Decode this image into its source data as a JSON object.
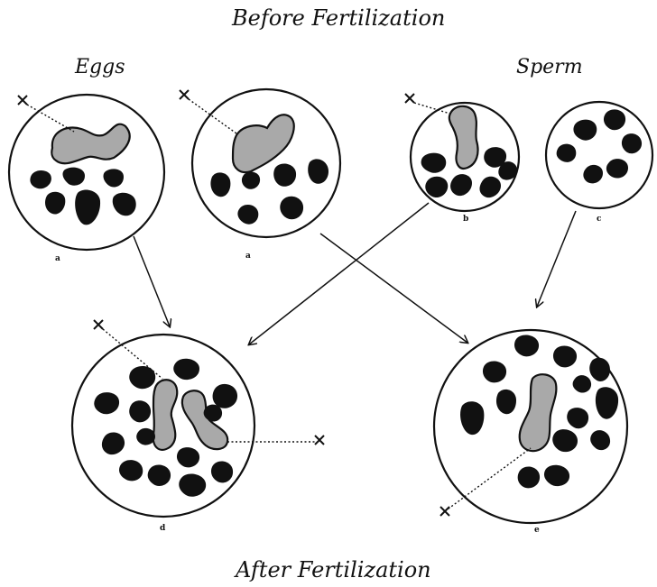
{
  "titles": {
    "top": "Before Fertilization",
    "bottom": "After Fertilization"
  },
  "groups": {
    "eggs": "Eggs",
    "sperm": "Sperm"
  },
  "cells": {
    "egg1": {
      "letter": "a",
      "marker": "×"
    },
    "egg2": {
      "letter": "a",
      "marker": "×"
    },
    "sperm_b": {
      "letter": "b",
      "marker": "×"
    },
    "sperm_c": {
      "letter": "c"
    },
    "zygote_d": {
      "letter": "d",
      "marker_left": "×",
      "marker_right": "×"
    },
    "zygote_e": {
      "letter": "e",
      "marker": "×"
    }
  },
  "colors": {
    "ink": "#111111",
    "x_chromosome_fill": "#a9a9a9",
    "background": "#ffffff"
  }
}
